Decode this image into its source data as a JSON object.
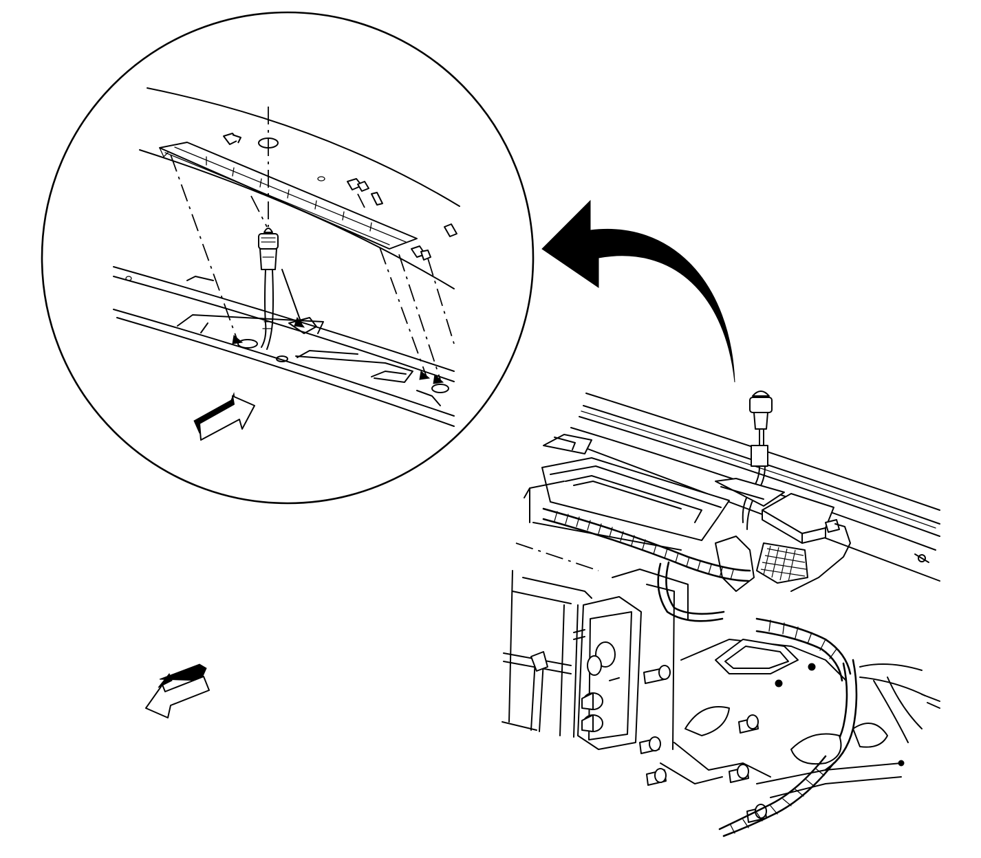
{
  "diagram": {
    "type": "service-illustration",
    "colors": {
      "ink": "#000000",
      "paper": "#ffffff"
    },
    "icons": [
      "detail-magnifier-circle",
      "curved-callout-arrow",
      "view-direction-arrow",
      "vehicle-front-arrow"
    ]
  }
}
